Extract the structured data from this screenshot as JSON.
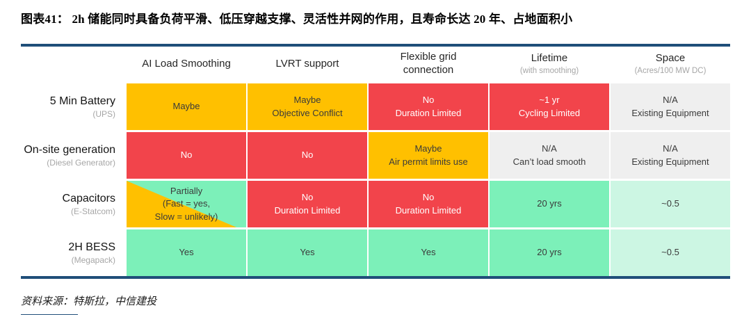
{
  "figure": {
    "title": "图表41：  2h 储能同时具备负荷平滑、低压穿越支撑、灵活性并网的作用，且寿命长达 20 年、占地面积小",
    "source": "资料来源：特斯拉，中信建投"
  },
  "colors": {
    "navy": "#1F4E79",
    "amber": "#FFC000",
    "red": "#F2444B",
    "green": "#7CF0B9",
    "mint": "#CCF6E3",
    "gray": "#EFEFEF",
    "subtext": "#A6A6A6",
    "dark": "#3A3A3A"
  },
  "table": {
    "headers": [
      {
        "label": "AI Load Smoothing",
        "sub": ""
      },
      {
        "label": "LVRT support",
        "sub": ""
      },
      {
        "label": "Flexible grid\nconnection",
        "sub": ""
      },
      {
        "label": "Lifetime",
        "sub": "(with smoothing)"
      },
      {
        "label": "Space",
        "sub": "(Acres/100 MW DC)"
      }
    ],
    "rows": [
      {
        "label": "5 Min Battery",
        "sub": "(UPS)",
        "cells": [
          "Maybe",
          "Maybe\nObjective Conflict",
          "No\nDuration Limited",
          "~1 yr\nCycling Limited",
          "N/A\nExisting Equipment"
        ]
      },
      {
        "label": "On-site generation",
        "sub": "(Diesel Generator)",
        "cells": [
          "No",
          "No",
          "Maybe\nAir permit limits use",
          "N/A\nCan’t load smooth",
          "N/A\nExisting Equipment"
        ]
      },
      {
        "label": "Capacitors",
        "sub": "(E-Statcom)",
        "cells": [
          "Partially\n(Fast = yes,\nSlow = unlikely)",
          "No\nDuration Limited",
          "No\nDuration Limited",
          "20 yrs",
          "~0.5"
        ]
      },
      {
        "label": "2H BESS",
        "sub": "(Megapack)",
        "cells": [
          "Yes",
          "Yes",
          "Yes",
          "20 yrs",
          "~0.5"
        ]
      }
    ]
  },
  "chart_data": {
    "type": "table",
    "title": "图表41：  2h 储能同时具备负荷平滑、低压穿越支撑、灵活性并网的作用，且寿命长达 20 年、占地面积小",
    "source": "资料来源：特斯拉，中信建投",
    "columns": [
      "AI Load Smoothing",
      "LVRT support",
      "Flexible grid connection",
      "Lifetime (with smoothing)",
      "Space (Acres/100 MW DC)"
    ],
    "row_labels": [
      "5 Min Battery (UPS)",
      "On-site generation (Diesel Generator)",
      "Capacitors (E-Statcom)",
      "2H BESS (Megapack)"
    ],
    "cells": [
      [
        {
          "text": "Maybe",
          "color": "amber"
        },
        {
          "text": "Maybe — Objective Conflict",
          "color": "amber"
        },
        {
          "text": "No — Duration Limited",
          "color": "red"
        },
        {
          "text": "~1 yr — Cycling Limited",
          "color": "red"
        },
        {
          "text": "N/A — Existing Equipment",
          "color": "gray"
        }
      ],
      [
        {
          "text": "No",
          "color": "red"
        },
        {
          "text": "No",
          "color": "red"
        },
        {
          "text": "Maybe — Air permit limits use",
          "color": "amber"
        },
        {
          "text": "N/A — Can’t load smooth",
          "color": "gray"
        },
        {
          "text": "N/A — Existing Equipment",
          "color": "gray"
        }
      ],
      [
        {
          "text": "Partially (Fast = yes, Slow = unlikely)",
          "color": "green-amber-diagonal"
        },
        {
          "text": "No — Duration Limited",
          "color": "red"
        },
        {
          "text": "No — Duration Limited",
          "color": "red"
        },
        {
          "text": "20 yrs",
          "color": "green"
        },
        {
          "text": "~0.5",
          "color": "mint"
        }
      ],
      [
        {
          "text": "Yes",
          "color": "green"
        },
        {
          "text": "Yes",
          "color": "green"
        },
        {
          "text": "Yes",
          "color": "green"
        },
        {
          "text": "20 yrs",
          "color": "green"
        },
        {
          "text": "~0.5",
          "color": "mint"
        }
      ]
    ],
    "color_legend": {
      "amber": "maybe / partial",
      "red": "no / limited",
      "green": "yes",
      "mint": "favorable value",
      "gray": "not applicable"
    }
  }
}
